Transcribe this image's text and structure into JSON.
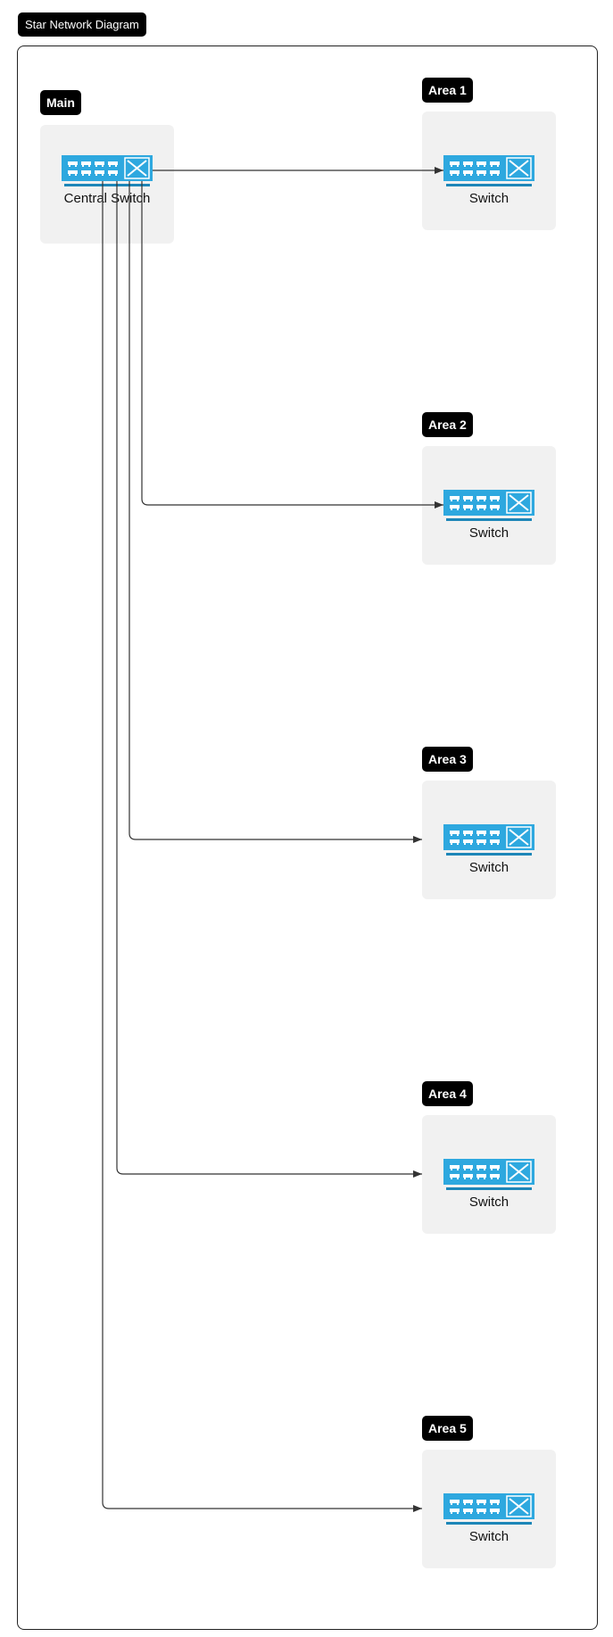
{
  "diagram": {
    "title": "Star Network Diagram",
    "main": {
      "group_label": "Main",
      "node_label": "Central Switch",
      "icon": "network-switch-icon"
    },
    "areas": [
      {
        "group_label": "Area 1",
        "node_label": "Switch",
        "icon": "network-switch-icon"
      },
      {
        "group_label": "Area 2",
        "node_label": "Switch",
        "icon": "network-switch-icon"
      },
      {
        "group_label": "Area 3",
        "node_label": "Switch",
        "icon": "network-switch-icon"
      },
      {
        "group_label": "Area 4",
        "node_label": "Switch",
        "icon": "network-switch-icon"
      },
      {
        "group_label": "Area 5",
        "node_label": "Switch",
        "icon": "network-switch-icon"
      }
    ],
    "links": [
      {
        "from": "Central Switch",
        "to": "Area 1"
      },
      {
        "from": "Central Switch",
        "to": "Area 2"
      },
      {
        "from": "Central Switch",
        "to": "Area 3"
      },
      {
        "from": "Central Switch",
        "to": "Area 4"
      },
      {
        "from": "Central Switch",
        "to": "Area 5"
      }
    ],
    "colors": {
      "switch_fill": "#2ea8df",
      "group_background": "#f1f1f1",
      "label_background": "#000000",
      "link_stroke": "#333333"
    }
  }
}
